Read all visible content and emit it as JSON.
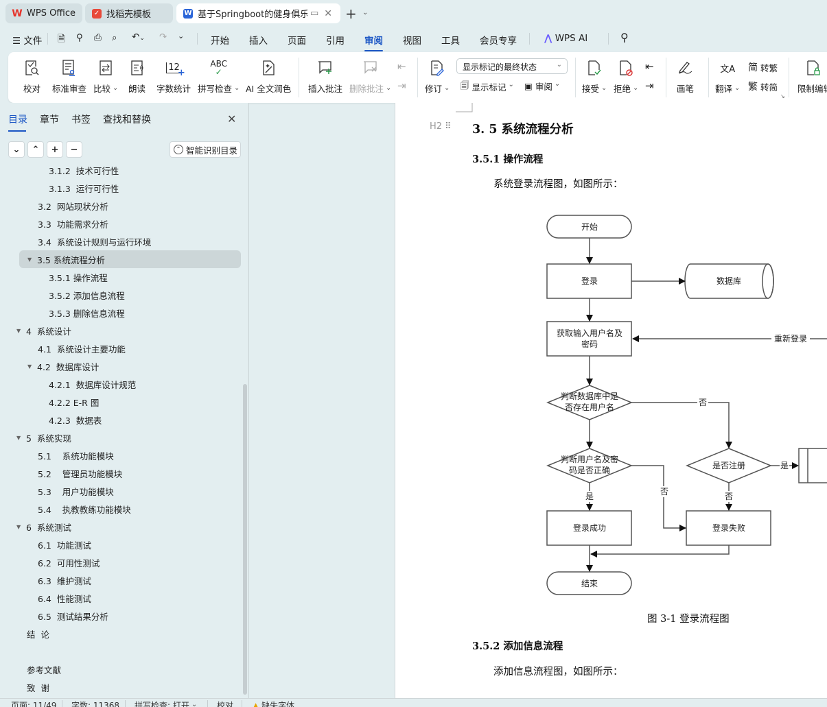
{
  "tabs": [
    {
      "label": "WPS Office",
      "icon": "wps-logo-icon",
      "color": "#e6332a"
    },
    {
      "label": "找稻壳模板",
      "icon": "docer-icon",
      "color": "#e84a3a"
    },
    {
      "label": "基于Springboot的健身俱乐部",
      "icon": "word-doc-icon",
      "color": "#2a65d8",
      "active": true
    }
  ],
  "menu": {
    "file": "文件",
    "items": [
      "开始",
      "插入",
      "页面",
      "引用",
      "审阅",
      "视图",
      "工具",
      "会员专享"
    ],
    "active": "审阅",
    "ai": "WPS AI"
  },
  "ribbon": {
    "proofread": "校对",
    "standard_review": "标准审查",
    "compare": "比较",
    "read_aloud": "朗读",
    "word_count": "字数统计",
    "word_count_icon_text": "12",
    "spell_check": "拼写检查",
    "spell_icon_text": "ABC",
    "ai_polish": "AI 全文润色",
    "insert_comment": "插入批注",
    "delete_comment": "删除批注",
    "track_changes": "修订",
    "markup_state": "显示标记的最终状态",
    "show_markup": "显示标记",
    "review_pane": "审阅",
    "accept": "接受",
    "reject": "拒绝",
    "pen": "画笔",
    "translate": "翻译",
    "to_traditional": "转繁",
    "to_traditional_icon": "简",
    "to_simplified": "转简",
    "to_simplified_icon": "繁",
    "restrict_edit": "限制编辑"
  },
  "sidebar": {
    "tabs": [
      "目录",
      "章节",
      "书签",
      "查找和替换"
    ],
    "active_tab": "目录",
    "smart_toc": "智能识别目录",
    "toc": [
      {
        "label": "3.1.2  技术可行性",
        "level": 3
      },
      {
        "label": "3.1.3  运行可行性",
        "level": 3
      },
      {
        "label": "3.2  网站现状分析",
        "level": 2
      },
      {
        "label": "3.3  功能需求分析",
        "level": 2
      },
      {
        "label": "3.4  系统设计规则与运行环境",
        "level": 2
      },
      {
        "label": "3.5 系统流程分析",
        "level": 2,
        "expanded": true,
        "selected": true
      },
      {
        "label": "3.5.1 操作流程",
        "level": 3
      },
      {
        "label": "3.5.2 添加信息流程",
        "level": 3
      },
      {
        "label": "3.5.3 删除信息流程",
        "level": 3
      },
      {
        "label": "4  系统设计",
        "level": 1,
        "expanded": true
      },
      {
        "label": "4.1  系统设计主要功能",
        "level": 2
      },
      {
        "label": "4.2  数据库设计",
        "level": 2,
        "expanded": true
      },
      {
        "label": "4.2.1  数据库设计规范",
        "level": 3
      },
      {
        "label": "4.2.2 E-R 图",
        "level": 3
      },
      {
        "label": "4.2.3  数据表",
        "level": 3
      },
      {
        "label": "5  系统实现",
        "level": 1,
        "expanded": true
      },
      {
        "label": "5.1    系统功能模块",
        "level": 2
      },
      {
        "label": "5.2    管理员功能模块",
        "level": 2
      },
      {
        "label": "5.3    用户功能模块",
        "level": 2
      },
      {
        "label": "5.4    执教教练功能模块",
        "level": 2
      },
      {
        "label": "6  系统测试",
        "level": 1,
        "expanded": true
      },
      {
        "label": "6.1  功能测试",
        "level": 2
      },
      {
        "label": "6.2  可用性测试",
        "level": 2
      },
      {
        "label": "6.3  维护测试",
        "level": 2
      },
      {
        "label": "6.4  性能测试",
        "level": 2
      },
      {
        "label": "6.5  测试结果分析",
        "level": 2
      },
      {
        "label": "结  论",
        "level": 1
      },
      {
        "label": "参考文献",
        "level": 1,
        "gap": true
      },
      {
        "label": "致  谢",
        "level": 1
      }
    ]
  },
  "document": {
    "h2_marker": "H2",
    "h2": "3. 5 系统流程分析",
    "h3_1": "3.5.1 操作流程",
    "p1": "系统登录流程图，如图所示：",
    "caption": "图 3-1 登录流程图",
    "h3_2": "3.5.2 添加信息流程",
    "p2": "添加信息流程图，如图所示："
  },
  "flowchart": {
    "start": "开始",
    "login": "登录",
    "database": "数据库",
    "get_input_1": "获取输入用户名及",
    "get_input_2": "密码",
    "relogin": "重新登录",
    "check_user_1": "判断数据库中是",
    "check_user_2": "否存在用户名",
    "check_pwd_1": "判断用户名及密",
    "check_pwd_2": "码是否正确",
    "register": "是否注册",
    "success": "登录成功",
    "fail": "登录失败",
    "end": "结束",
    "yes": "是",
    "no": "否"
  },
  "status": {
    "page": "页面: 11/49",
    "words": "字数: 11368",
    "spell": "拼写检查: 打开",
    "proof": "校对",
    "missing_font": "缺失字体"
  }
}
